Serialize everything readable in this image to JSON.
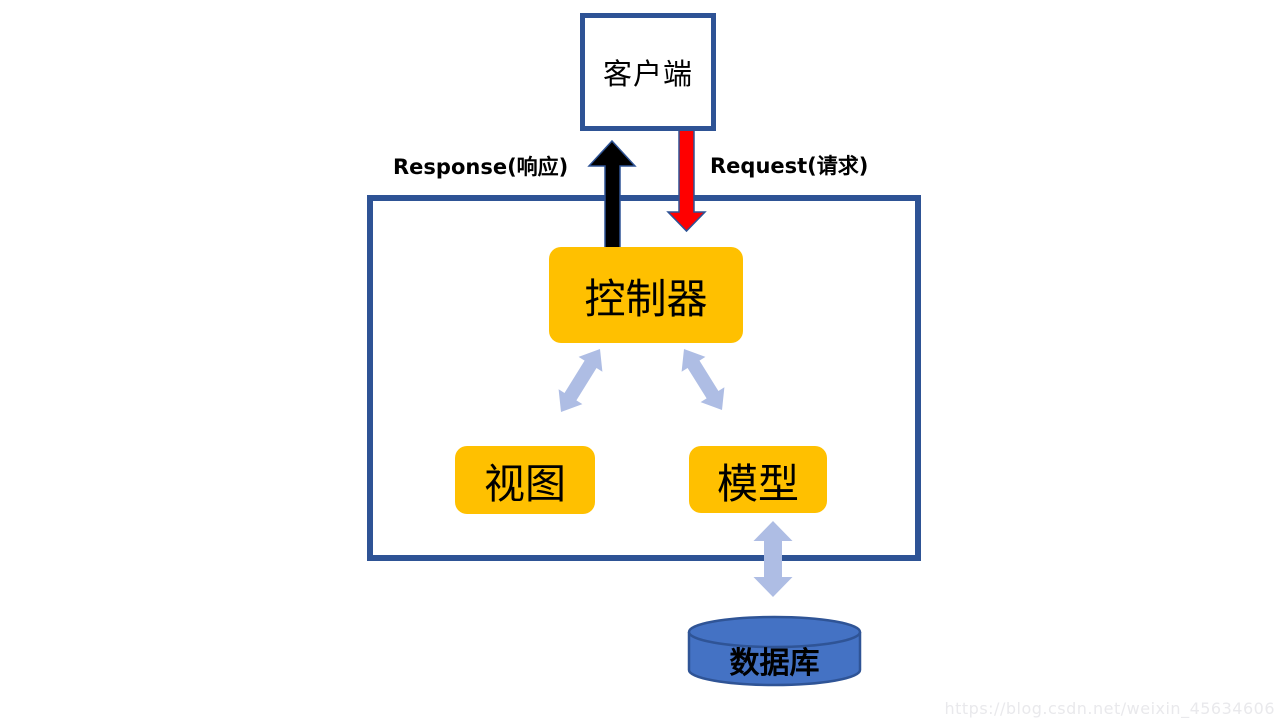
{
  "diagram": {
    "client": {
      "label": "客户端"
    },
    "labels": {
      "response": "Response(响应)",
      "request": "Request(请求)"
    },
    "mvc": {
      "controller": {
        "label": "控制器"
      },
      "view": {
        "label": "视图"
      },
      "model": {
        "label": "模型"
      }
    },
    "database": {
      "label": "数据库"
    },
    "watermark": "https://blog.csdn.net/weixin_45634606",
    "colors": {
      "boundary_border": "#2E5395",
      "node_fill": "#FFC000",
      "connector_light": "#AEBDE4",
      "request_arrow": "#FF0000",
      "response_arrow": "#000000",
      "database_fill": "#4472C4",
      "database_border": "#2F5496"
    }
  }
}
